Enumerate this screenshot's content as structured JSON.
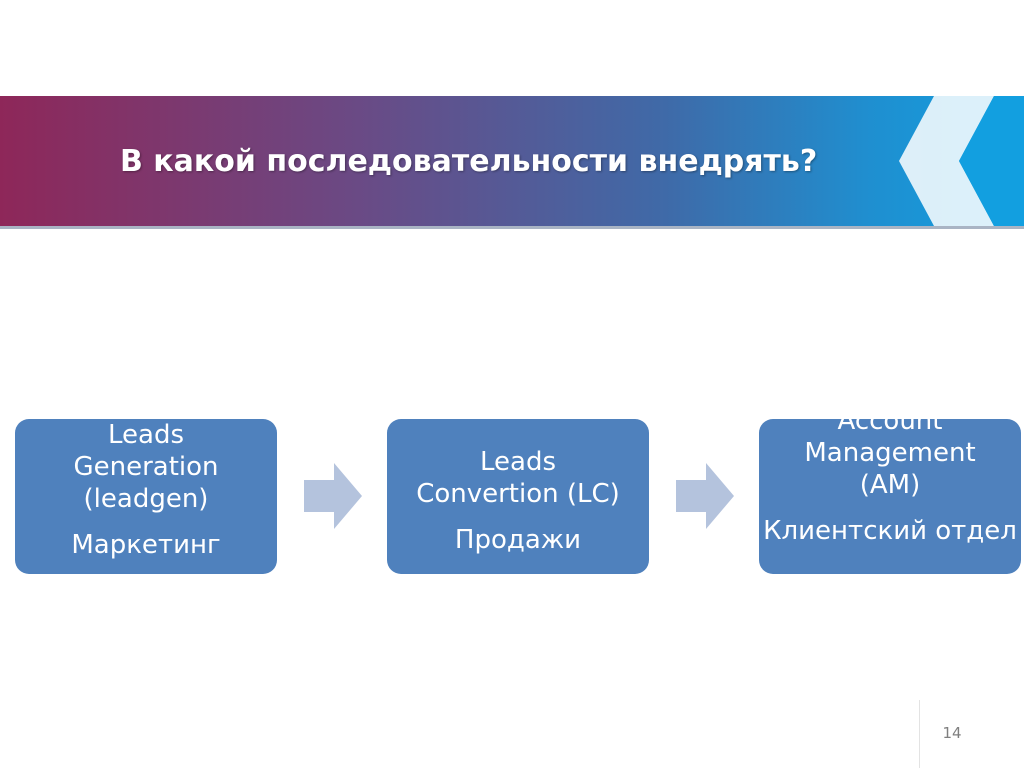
{
  "slide": {
    "title": "В какой последовательности внедрять?",
    "page_number": "14"
  },
  "steps": [
    {
      "lines": [
        "Leads",
        "Generation",
        "(leadgen)"
      ],
      "department": "Маркетинг"
    },
    {
      "lines": [
        "Leads",
        "Convertion (LC)"
      ],
      "department": "Продажи"
    },
    {
      "lines": [
        "Account",
        "Management",
        "(AM)"
      ],
      "department": "Клиентский отдел"
    }
  ],
  "colors": {
    "box_fill": "#4f81bd",
    "arrow_fill": "#b4c3dd",
    "banner_left": "#8e2759",
    "banner_right": "#129fe0"
  }
}
